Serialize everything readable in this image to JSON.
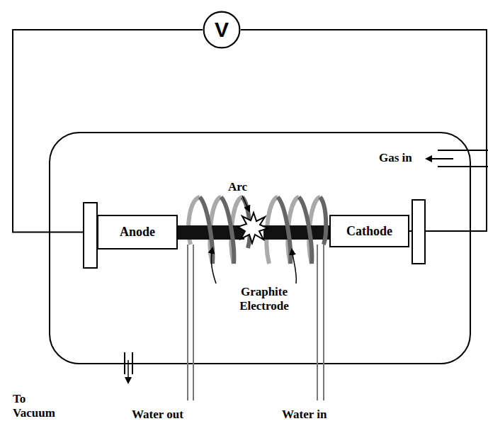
{
  "diagram": {
    "nodes": [
      {
        "text": [
          "V"
        ]
      },
      {
        "text": [
          "Anode"
        ]
      },
      {
        "text": [
          "Cathode"
        ]
      }
    ],
    "edges": [
      {
        "from": 0,
        "to": 1,
        "arrow": "none"
      },
      {
        "from": 0,
        "to": 2,
        "arrow": "none"
      }
    ],
    "labels": [
      "Gas in",
      "Arc",
      "Graphite Electrode",
      "To Vacuum",
      "Water out",
      "Water in"
    ]
  }
}
